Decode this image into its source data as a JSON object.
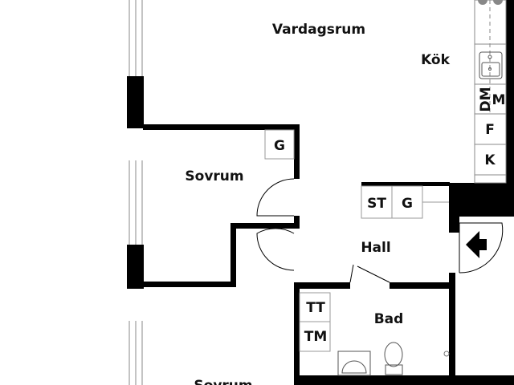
{
  "rooms": {
    "living": "Vardagsrum",
    "kitchen": "Kök",
    "bedroom1": "Sovrum",
    "bedroom2": "Sovrum",
    "hall": "Hall",
    "bath": "Bad"
  },
  "fixtures": {
    "dishwasher": "DM",
    "microwave": "M",
    "freezer": "F",
    "fridge": "K",
    "storage": "ST",
    "wardrobe_hall": "G",
    "wardrobe_bedroom": "G",
    "dryer": "TT",
    "washer": "TM"
  },
  "colors": {
    "wall": "#000000",
    "line": "#999999"
  }
}
